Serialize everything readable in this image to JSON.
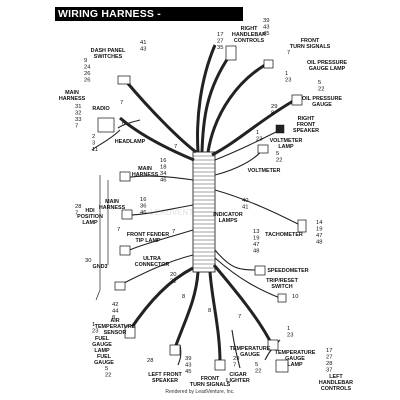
{
  "title": "WIRING HARNESS - INTERCONNECT",
  "credit": "Rendered by LeadVenture, Inc.",
  "watermark": "LEADVENTURE",
  "callouts": [
    {
      "id": "dash-panel-switches",
      "label": "DASH PANEL\nSWITCHES",
      "nums": [
        "41",
        "43"
      ]
    },
    {
      "id": "main-harness-top",
      "label": "MAIN\nHARNESS",
      "nums": [
        "9",
        "24",
        "26",
        "26"
      ]
    },
    {
      "id": "radio",
      "label": "RADIO",
      "nums": [
        "31",
        "32",
        "33",
        "7"
      ]
    },
    {
      "id": "six-left",
      "label": "",
      "nums": [
        "6"
      ]
    },
    {
      "id": "headlamp",
      "label": "HEADLAMP",
      "nums": [
        "2",
        "3",
        "11"
      ]
    },
    {
      "id": "main-harness-mid1",
      "label": "MAIN\nHARNESS",
      "nums": [
        "16",
        "18",
        "34",
        "46"
      ]
    },
    {
      "id": "main-harness-mid2",
      "label": "MAIN\nHARNESS",
      "nums": [
        "16",
        "36",
        "46"
      ]
    },
    {
      "id": "hdi-position-lamp",
      "label": "HDI\nPOSITION\nLAMP",
      "nums": [
        "28",
        "7"
      ]
    },
    {
      "id": "front-fender-tip-lamp",
      "label": "FRONT FENDER\nTIP LAMP",
      "nums": [
        "7"
      ]
    },
    {
      "id": "gnd3",
      "label": "GND3",
      "nums": [
        "30"
      ]
    },
    {
      "id": "ultra-connector",
      "label": "ULTRA\nCONNECTOR",
      "nums": [
        "20",
        "21"
      ]
    },
    {
      "id": "right-handlebar-controls",
      "label": "RIGHT\nHANDLEBAR\nCONTROLS",
      "nums": [
        "39",
        "43",
        "45",
        "17",
        "27",
        "35"
      ]
    },
    {
      "id": "front-turn-signals-top",
      "label": "FRONT\nTURN SIGNALS",
      "nums": [
        "7"
      ]
    },
    {
      "id": "oil-pressure-gauge-lamp",
      "label": "OIL PRESSURE\nGAUGE LAMP",
      "nums": [
        "1",
        "23"
      ]
    },
    {
      "id": "oil-pressure-gauge",
      "label": "OIL PRESSURE\nGAUGE",
      "nums": [
        "5",
        "22"
      ]
    },
    {
      "id": "right-front-speaker",
      "label": "RIGHT\nFRONT\nSPEAKER",
      "nums": [
        "29",
        "8"
      ]
    },
    {
      "id": "voltmeter-lamp",
      "label": "VOLTMETER\nLAMP",
      "nums": [
        "1",
        "23"
      ]
    },
    {
      "id": "voltmeter",
      "label": "VOLTMETER",
      "nums": [
        "5",
        "22"
      ]
    },
    {
      "id": "indicator-lamps",
      "label": "INDICATOR\nLAMPS",
      "nums": [
        "40",
        "41"
      ]
    },
    {
      "id": "tachometer",
      "label": "TACHOMETER",
      "nums": [
        "14",
        "19",
        "47",
        "48"
      ]
    },
    {
      "id": "speedometer-left",
      "label": "",
      "nums": [
        "13",
        "19",
        "47",
        "48"
      ]
    },
    {
      "id": "speedometer",
      "label": "SPEEDOMETER",
      "nums": []
    },
    {
      "id": "trip-reset-switch",
      "label": "TRIP/RESET\nSWITCH",
      "nums": [
        "10"
      ]
    },
    {
      "id": "air-temperature-sensor",
      "label": "AIR\nTEMPERATURE\nSENSOR",
      "nums": [
        "42",
        "44",
        "8"
      ]
    },
    {
      "id": "fuel-gauge-lamp",
      "label": "FUEL\nGAUGE\nLAMP",
      "nums": [
        "1",
        "23"
      ]
    },
    {
      "id": "fuel-gauge",
      "label": "FUEL\nGAUGE",
      "nums": [
        "5",
        "22"
      ]
    },
    {
      "id": "left-front-speaker",
      "label": "LEFT FRONT\nSPEAKER",
      "nums": [
        "28"
      ]
    },
    {
      "id": "front-turn-signals-bottom",
      "label": "FRONT\nTURN SIGNALS",
      "nums": [
        "39",
        "43",
        "45"
      ]
    },
    {
      "id": "cigar-lighter",
      "label": "CIGAR\nLIGHTER",
      "nums": [
        "29",
        "7"
      ]
    },
    {
      "id": "temperature-gauge",
      "label": "TEMPERATURE\nGAUGE",
      "nums": [
        "5",
        "22"
      ]
    },
    {
      "id": "temperature-gauge-lamp",
      "label": "TEMPERATURE\nGAUGE\nLAMP",
      "nums": [
        "1",
        "23"
      ]
    },
    {
      "id": "left-handlebar-controls",
      "label": "LEFT\nHANDLEBAR\nCONTROLS",
      "nums": [
        "17",
        "27",
        "28",
        "37"
      ]
    },
    {
      "id": "center-misc",
      "label": "",
      "nums": [
        "7",
        "7",
        "7",
        "8",
        "8",
        "7"
      ]
    }
  ]
}
